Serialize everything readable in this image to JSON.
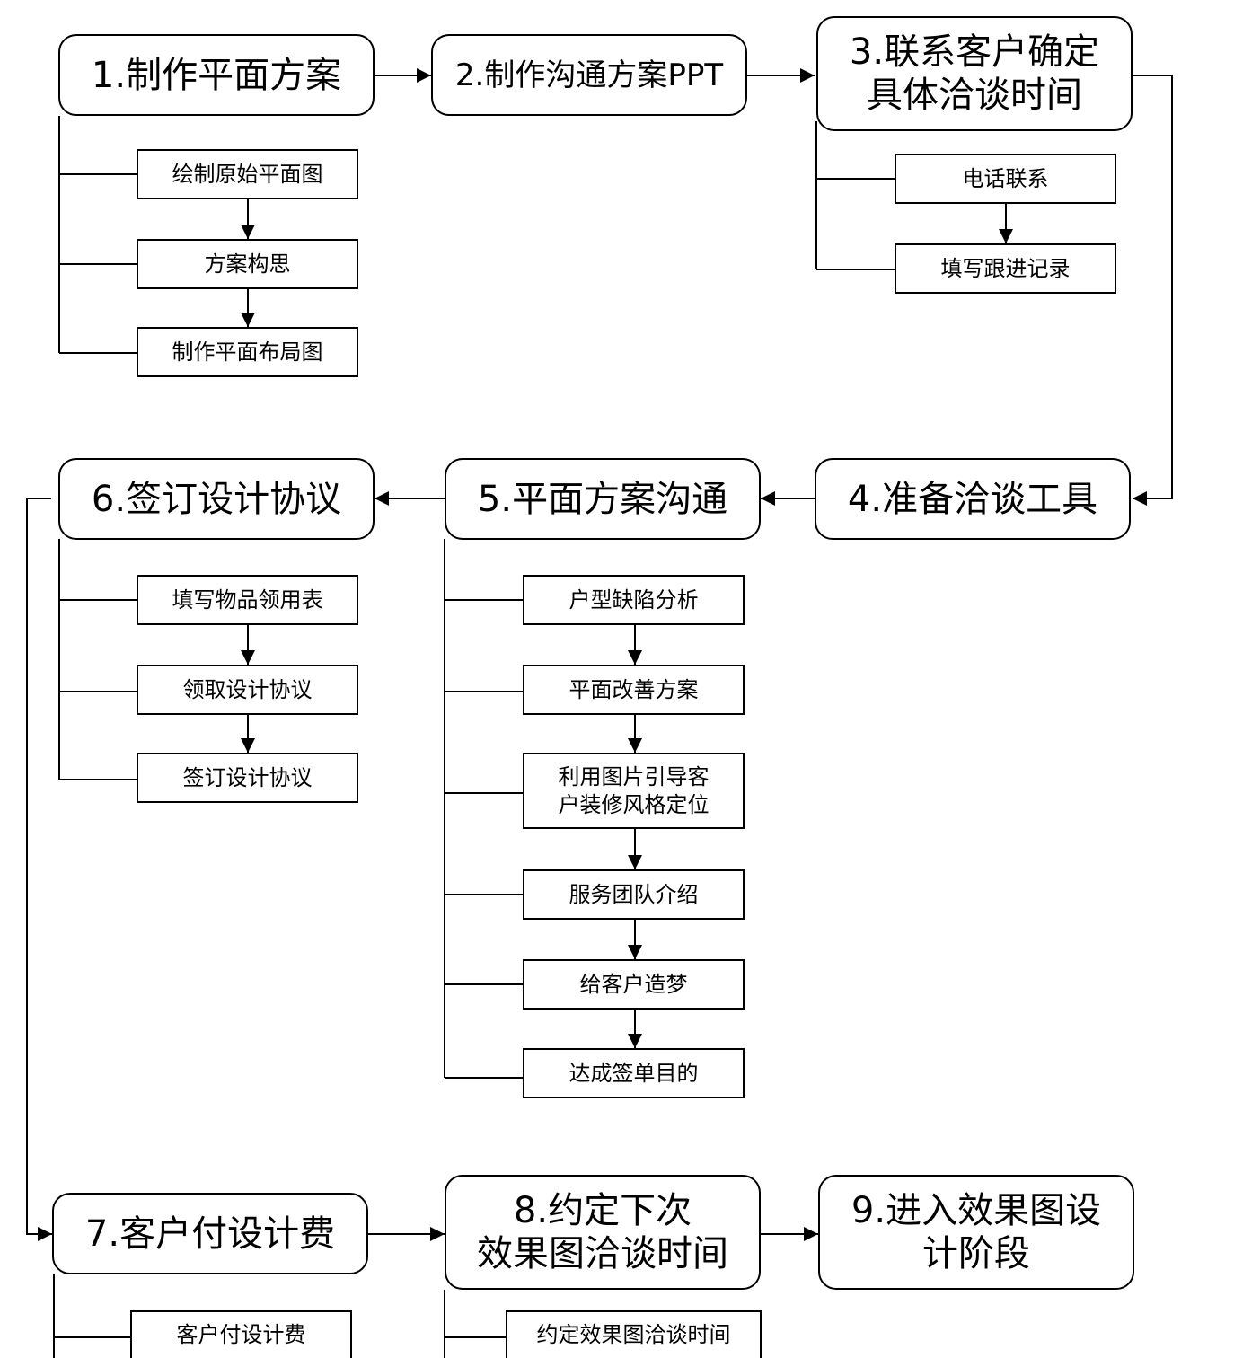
{
  "colors": {
    "line": "#000000",
    "background": "#ffffff"
  },
  "steps": {
    "s1": "1.制作平面方案",
    "s2": "2.制作沟通方案PPT",
    "s3": "3.联系客户确定\n具体洽谈时间",
    "s4": "4.准备洽谈工具",
    "s5": "5.平面方案沟通",
    "s6": "6.签订设计协议",
    "s7": "7.客户付设计费",
    "s8": "8.约定下次\n效果图洽谈时间",
    "s9": "9.进入效果图设\n计阶段"
  },
  "substeps": {
    "s1": [
      "绘制原始平面图",
      "方案构思",
      "制作平面布局图"
    ],
    "s3": [
      "电话联系",
      "填写跟进记录"
    ],
    "s5": [
      "户型缺陷分析",
      "平面改善方案",
      "利用图片引导客\n户装修风格定位",
      "服务团队介绍",
      "给客户造梦",
      "达成签单目的"
    ],
    "s6": [
      "填写物品领用表",
      "领取设计协议",
      "签订设计协议"
    ],
    "s7": [
      "客户付设计费"
    ],
    "s8": [
      "约定效果图洽谈时间"
    ]
  }
}
